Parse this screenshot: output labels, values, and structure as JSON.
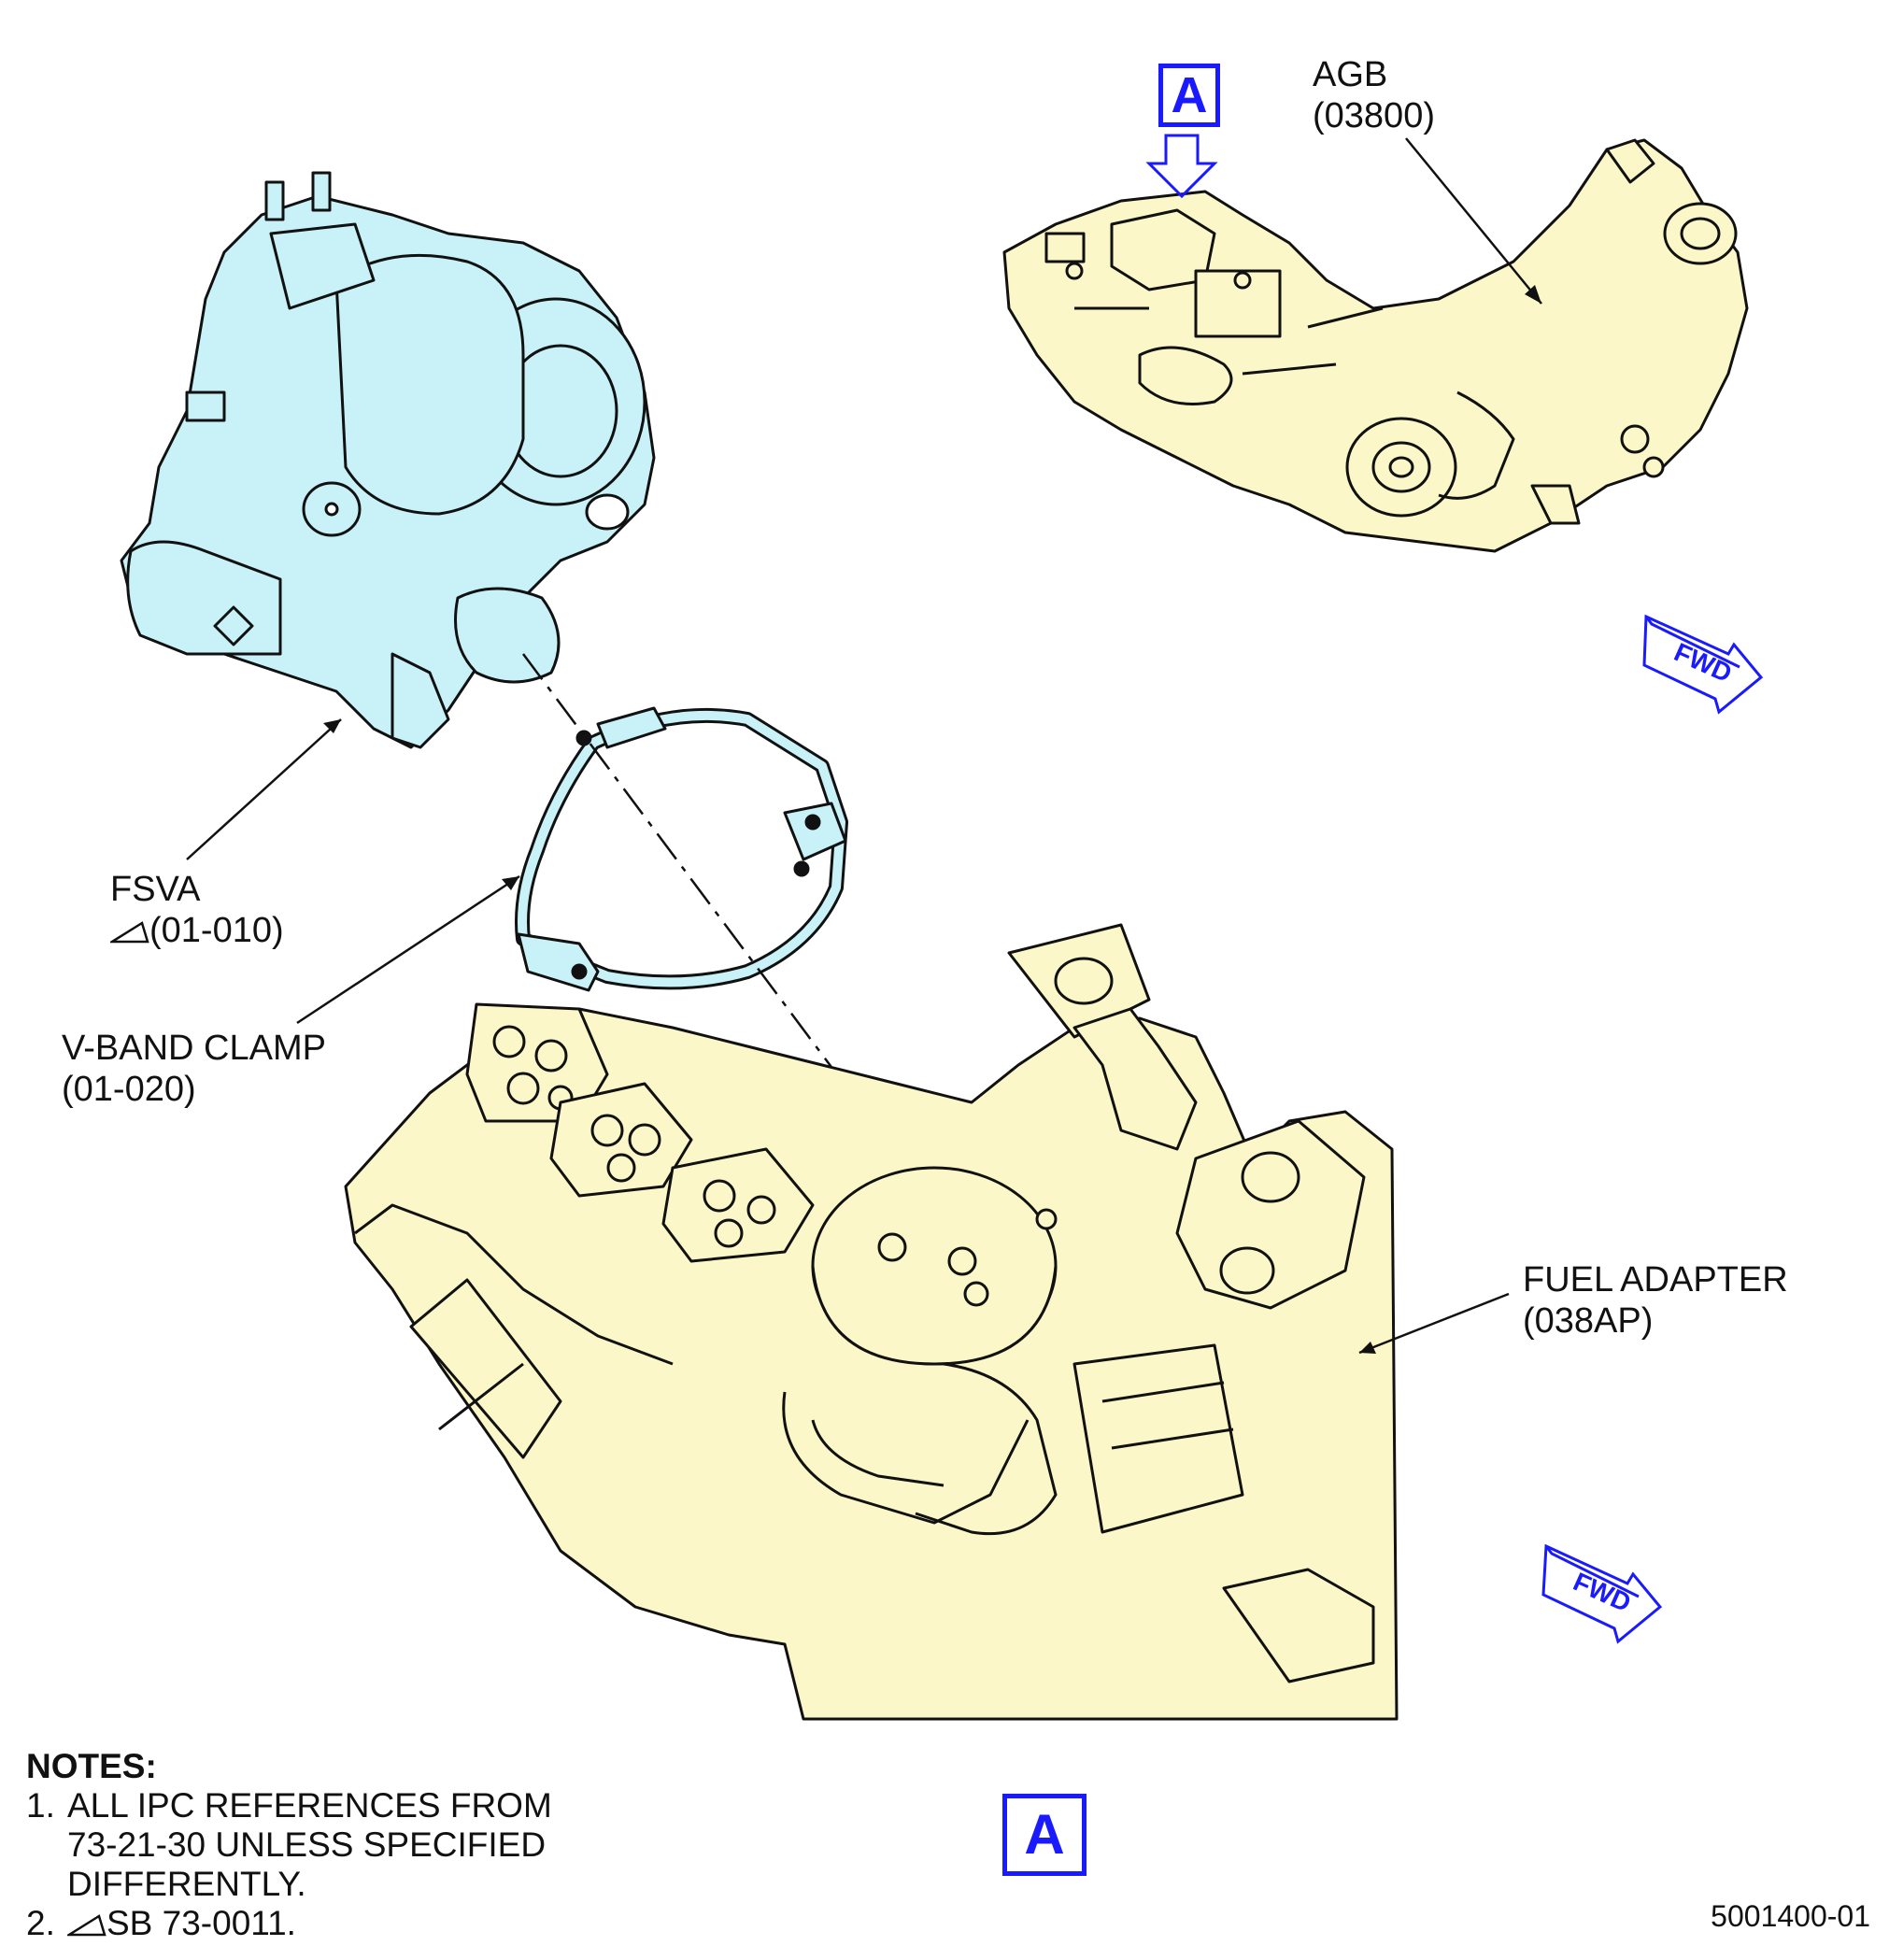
{
  "labels": {
    "agb": {
      "name": "AGB",
      "ref": "(03800)"
    },
    "fsva": {
      "name": "FSVA",
      "ref": "(01-010)"
    },
    "clamp": {
      "name": "V-BAND CLAMP",
      "ref": "(01-020)"
    },
    "fuel_adapter": {
      "name": "FUEL ADAPTER",
      "ref": "(038AP)"
    }
  },
  "view_markers": {
    "top": "A",
    "bottom": "A"
  },
  "fwd_arrows": [
    "FWD",
    "FWD"
  ],
  "notes": {
    "title": "NOTES:",
    "items": [
      {
        "num": "1.",
        "lines": [
          "ALL IPC REFERENCES FROM",
          "73-21-30 UNLESS SPECIFIED",
          "DIFFERENTLY."
        ]
      },
      {
        "num": "2.",
        "text": "SB 73-0011."
      }
    ]
  },
  "figure_number": "5001400-01",
  "colors": {
    "fsva_fill": "#c8f2f8",
    "housing_fill": "#fbf7c8",
    "accent_blue": "#1a1aff",
    "line": "#111111"
  }
}
